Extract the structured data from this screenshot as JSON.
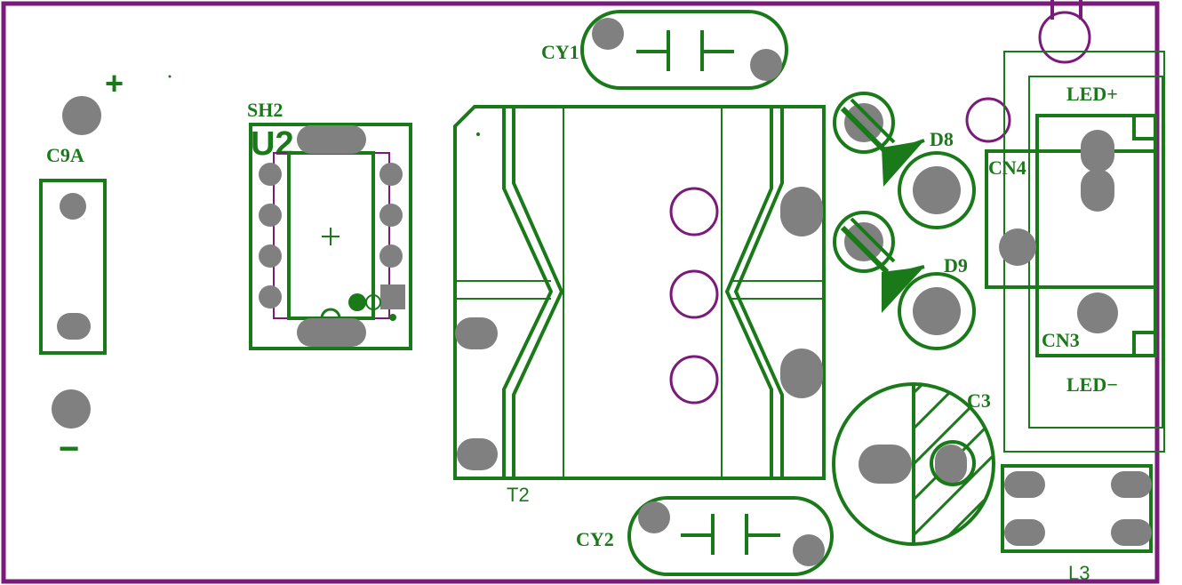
{
  "colors": {
    "silkscreen": "#1a7a1a",
    "pad": "#808080",
    "board_edge": "#7a1a7a",
    "background": "#ffffff"
  },
  "components": {
    "c9a": {
      "ref": "C9A",
      "plus": "+",
      "minus": "−"
    },
    "sh2": {
      "ref": "SH2",
      "chip": "U2"
    },
    "t2": {
      "ref": "T2"
    },
    "cy1": {
      "ref": "CY1"
    },
    "cy2": {
      "ref": "CY2"
    },
    "d8": {
      "ref": "D8"
    },
    "d9": {
      "ref": "D9"
    },
    "c3": {
      "ref": "C3"
    },
    "cn4": {
      "ref": "CN4"
    },
    "cn3": {
      "ref": "CN3"
    },
    "l3": {
      "ref": "L3"
    },
    "led": {
      "plus": "LED+",
      "minus": "LED−"
    }
  }
}
